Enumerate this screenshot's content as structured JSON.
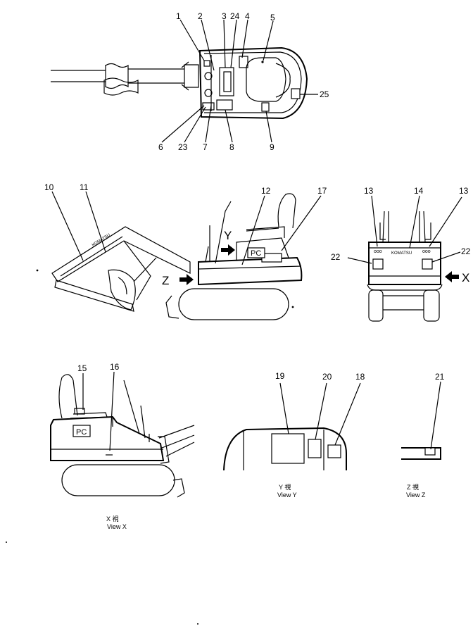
{
  "callouts": {
    "n1": "1",
    "n2": "2",
    "n3": "3",
    "n24": "24",
    "n4": "4",
    "n5": "5",
    "n25": "25",
    "n6": "6",
    "n23": "23",
    "n7": "7",
    "n8": "8",
    "n9": "9",
    "n10": "10",
    "n11": "11",
    "n12": "12",
    "n17": "17",
    "n13a": "13",
    "n14": "14",
    "n13b": "13",
    "n22a": "22",
    "n22b": "22",
    "n15": "15",
    "n16": "16",
    "n19": "19",
    "n20": "20",
    "n18": "18",
    "n21": "21"
  },
  "view_markers": {
    "y": "Y",
    "z": "Z",
    "x": "X"
  },
  "decals": {
    "pc_side": "PC",
    "pc_viewx": "PC",
    "komatsu_rear": "KOMATSU",
    "komatsu_boom": "KOMATSU"
  },
  "captions": {
    "view_x_jp": "X  視",
    "view_x": "View  X",
    "view_y_jp": "Y  視",
    "view_y": "View  Y",
    "view_z_jp": "Z  視",
    "view_z": "View  Z"
  }
}
